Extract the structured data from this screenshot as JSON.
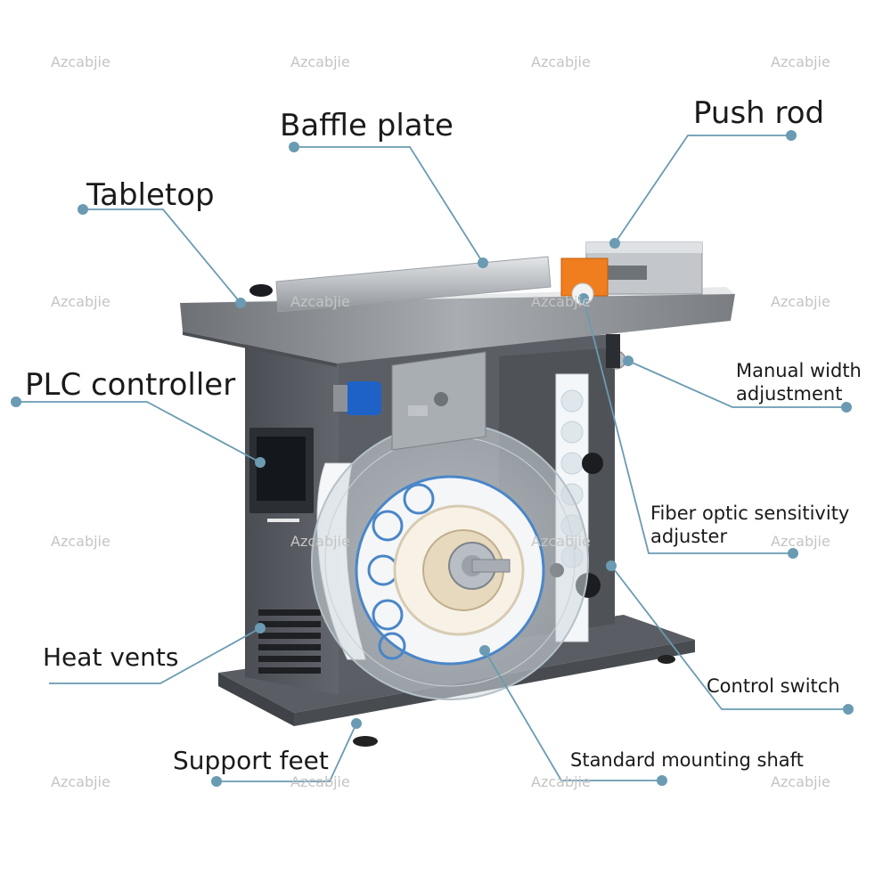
{
  "watermark": "Azcabjie",
  "labels": {
    "baffle_plate": "Baffle plate",
    "push_rod": "Push rod",
    "tabletop": "Tabletop",
    "plc_controller": "PLC controller",
    "manual_width_line1": "Manual width",
    "manual_width_line2": "adjustment",
    "fiber_optic_line1": "Fiber optic sensitivity",
    "fiber_optic_line2": "adjuster",
    "heat_vents": "Heat vents",
    "control_switch": "Control switch",
    "support_feet": "Support feet",
    "standard_mounting_shaft": "Standard mounting shaft"
  },
  "colors": {
    "leader_line": "#6a9bb2",
    "machine_body": "#55595f",
    "stainless": "#c9cccf",
    "accent_orange": "#f07d1e",
    "label_blue": "#4a86c8"
  }
}
